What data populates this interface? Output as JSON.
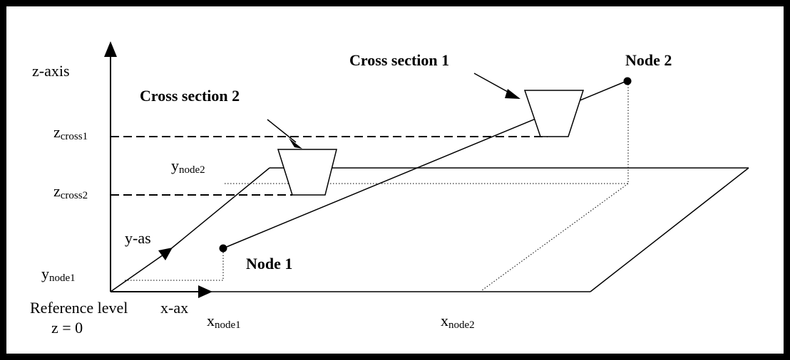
{
  "diagram": {
    "axes": {
      "z": "z-axis",
      "y": "y-as",
      "x": "x-ax"
    },
    "reference": {
      "line1": "Reference level",
      "line2": "z = 0"
    },
    "nodes": {
      "node1": "Node 1",
      "node2": "Node 2"
    },
    "cross_sections": {
      "cs1": "Cross section 1",
      "cs2": "Cross section 2"
    },
    "coordinates": {
      "z_cross1": {
        "main": "z",
        "sub": "cross1"
      },
      "z_cross2": {
        "main": "z",
        "sub": "cross2"
      },
      "y_node2": {
        "main": "y",
        "sub": "node2"
      },
      "y_node1": {
        "main": "y",
        "sub": "node1"
      },
      "x_node1": {
        "main": "x",
        "sub": "node1"
      },
      "x_node2": {
        "main": "x",
        "sub": "node2"
      }
    }
  }
}
